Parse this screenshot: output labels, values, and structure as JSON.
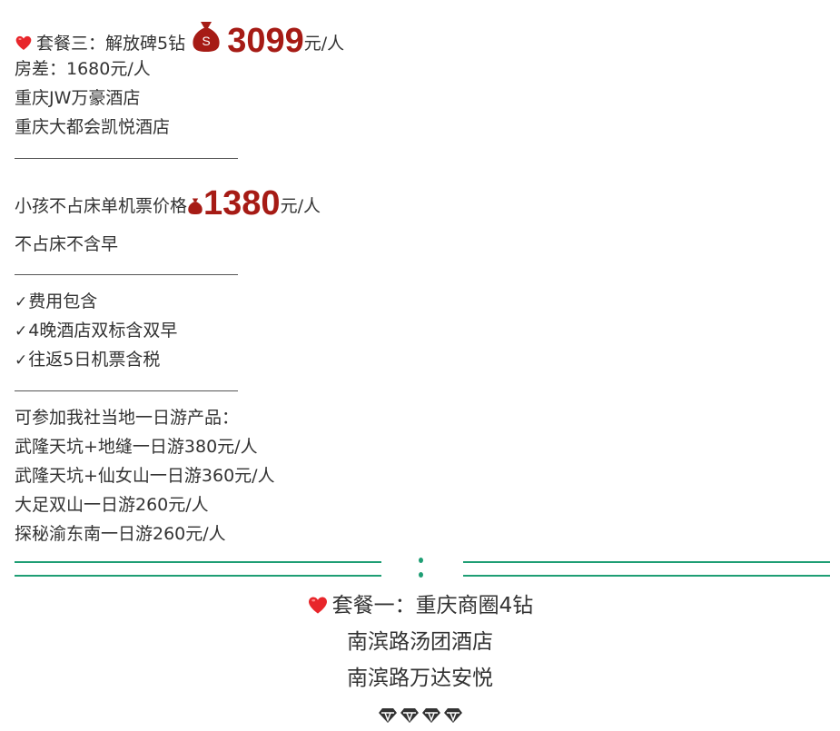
{
  "package3": {
    "title": "套餐三：解放碑5钻",
    "price": "3099",
    "unit": "元/人",
    "room_diff": "房差：1680元/人",
    "hotels": [
      "重庆JW万豪酒店",
      "重庆大都会凯悦酒店"
    ],
    "separator": "——————————————"
  },
  "child": {
    "label": "小孩不占床单机票价格",
    "price": "1380",
    "unit": "元/人",
    "note": "不占床不含早"
  },
  "includes": {
    "items": [
      "费用包含",
      "4晚酒店双标含双早",
      "往返5日机票含税"
    ],
    "check_icon": "✅"
  },
  "day_tours": {
    "heading": "可参加我社当地一日游产品：",
    "items": [
      "武隆天坑+地缝一日游380元/人",
      "武隆天坑+仙女山一日游360元/人",
      "大足双山一日游260元/人",
      "探秘渝东南一日游260元/人"
    ]
  },
  "package1": {
    "title": "套餐一：重庆商圈4钻",
    "hotels": [
      "南滨路汤团酒店",
      "南滨路万达安悦"
    ],
    "diamond_count": 4
  },
  "colors": {
    "price_red": "#a61b15",
    "divider_green": "#1e9e74",
    "text": "#333333"
  }
}
